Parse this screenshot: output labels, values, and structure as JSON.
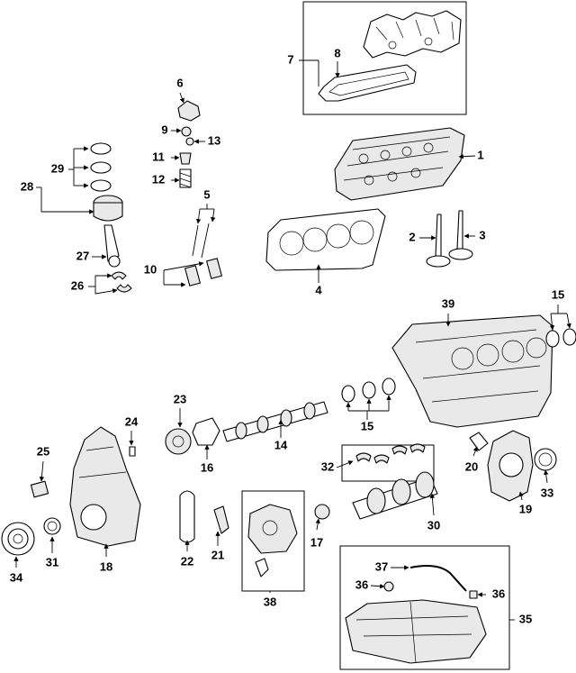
{
  "callouts": {
    "c1": "1",
    "c2": "2",
    "c3": "3",
    "c4": "4",
    "c5": "5",
    "c6": "6",
    "c7": "7",
    "c8": "8",
    "c9": "9",
    "c10": "10",
    "c11": "11",
    "c12": "12",
    "c13": "13",
    "c14": "14",
    "c15a": "15",
    "c15b": "15",
    "c16": "16",
    "c17": "17",
    "c18": "18",
    "c19": "19",
    "c20": "20",
    "c21": "21",
    "c22": "22",
    "c23": "23",
    "c24": "24",
    "c25": "25",
    "c26": "26",
    "c27": "27",
    "c28": "28",
    "c29": "29",
    "c30": "30",
    "c31": "31",
    "c32": "32",
    "c33": "33",
    "c34": "34",
    "c35": "35",
    "c36a": "36",
    "c36b": "36",
    "c37": "37",
    "c38": "38",
    "c39": "39"
  }
}
